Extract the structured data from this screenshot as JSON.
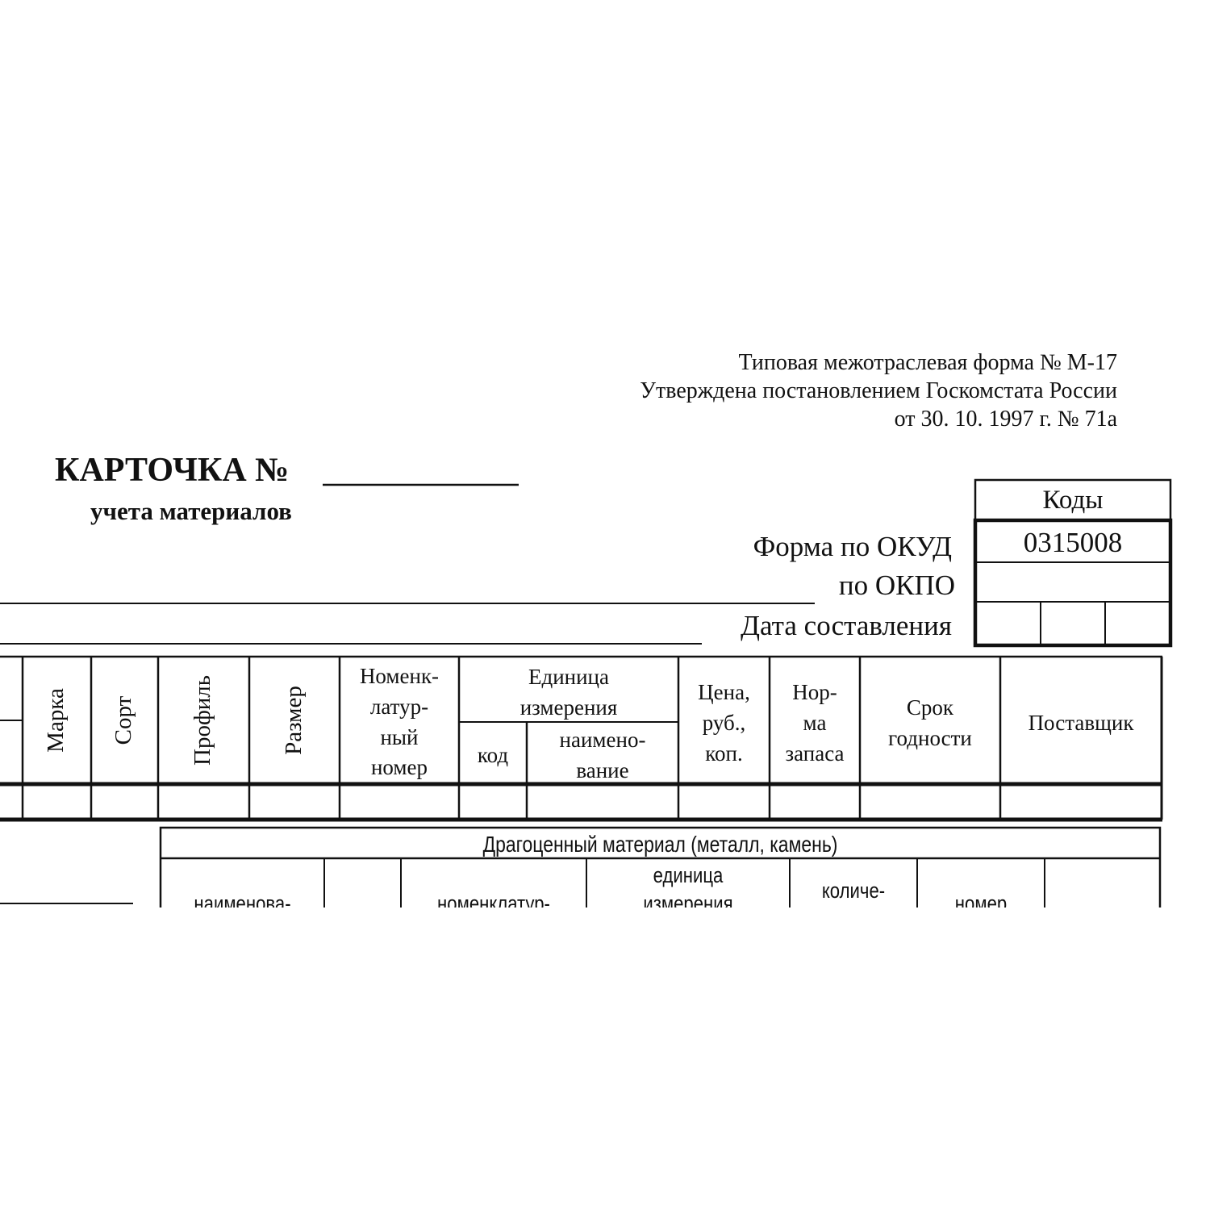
{
  "header": {
    "form_type": "Типовая межотраслевая форма № М-17",
    "approved": "Утверждена постановлением Госкомстата России",
    "date_ref": "от 30. 10. 1997 г. № 71а"
  },
  "title": {
    "card_no": "КАРТОЧКА №",
    "subtitle": "учета материалов"
  },
  "codes": {
    "heading": "Коды",
    "okud_label": "Форма по ОКУД",
    "okud_value": "0315008",
    "okpo_label": "по ОКПО",
    "date_label": "Дата составления"
  },
  "main_table": {
    "columns": {
      "marka": "Марка",
      "sort": "Сорт",
      "profile": "Профиль",
      "size": "Размер",
      "nomenclature": "Номенк-\nлатур-\nный\nномер",
      "unit": "Единица\nизмерения",
      "unit_code": "код",
      "unit_name": "наимено-\nвание",
      "price": "Цена,\nруб.,\nкоп.",
      "norm": "Нор-\nма\nзапаса",
      "shelf_life": "Срок\nгодности",
      "supplier": "Поставщик"
    }
  },
  "precious_table": {
    "heading": "Драгоценный материал (металл, камень)",
    "columns": {
      "name": "наименова-",
      "nomenclature": "номенклатур-",
      "unit": "единица\nизмерения",
      "quantity": "количе-",
      "number": "номер"
    }
  }
}
